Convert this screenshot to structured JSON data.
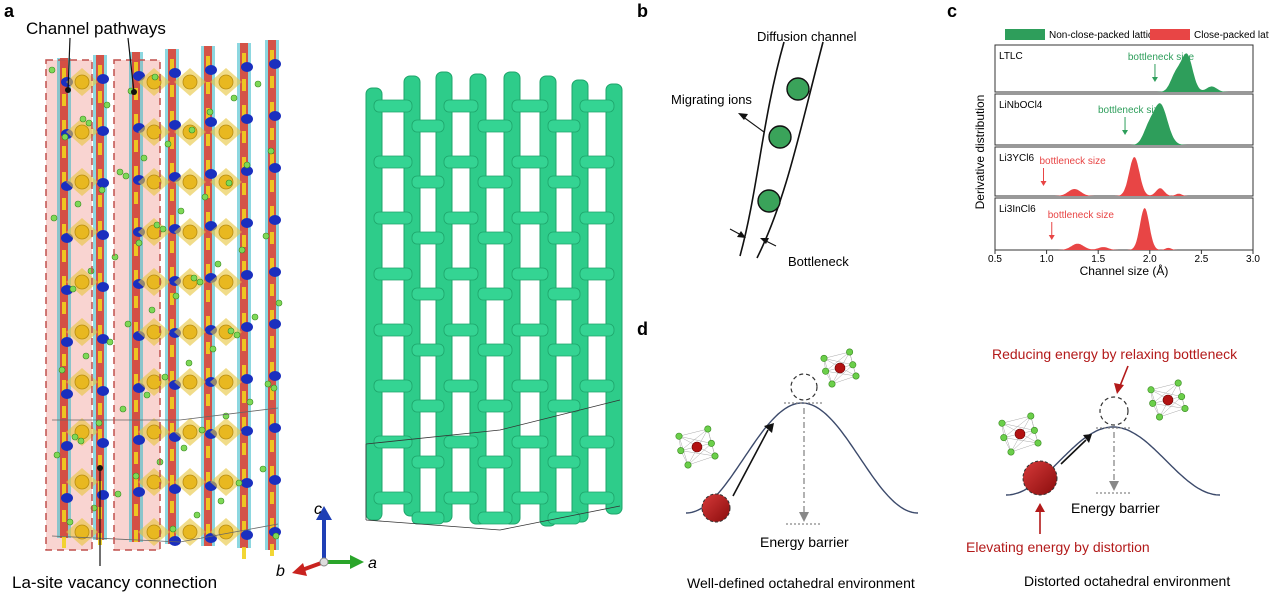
{
  "panels": {
    "a": "a",
    "b": "b",
    "c": "c",
    "d": "d"
  },
  "panel_a": {
    "channel_label": "Channel pathways",
    "vacancy_label": "La-site vacancy connection",
    "axes": {
      "a": "a",
      "b": "b",
      "c": "c"
    },
    "colors": {
      "channel_green": "#2ecc8a",
      "highlight": "#f4b8b4",
      "polyhedra": "#e8c43a"
    }
  },
  "panel_b": {
    "diffusion_channel": "Diffusion channel",
    "migrating_ions": "Migrating ions",
    "bottleneck": "Bottleneck",
    "ion_color": "#3aa35a"
  },
  "panel_c": {
    "legend": [
      {
        "label": "Non-close-packed lattice",
        "color": "#2e9e5b"
      },
      {
        "label": "Close-packed lattice",
        "color": "#e84545"
      }
    ],
    "ylabel": "Derivative distribution",
    "xlabel": "Channel size (Å)",
    "xticks": [
      "0.5",
      "1.0",
      "1.5",
      "2.0",
      "2.5",
      "3.0"
    ],
    "bottleneck_label": "bottleneck size"
  },
  "chart_data": {
    "type": "area",
    "xlabel": "Channel size (Å)",
    "ylabel": "Derivative distribution",
    "xlim": [
      0.5,
      3.0
    ],
    "legend_position": "top",
    "series": [
      {
        "name": "LTLC",
        "group": "Non-close-packed lattice",
        "bottleneck": 2.05,
        "peaks": [
          {
            "x": 2.36,
            "h": 1.0,
            "w": 0.055
          },
          {
            "x": 2.25,
            "h": 0.45,
            "w": 0.05
          },
          {
            "x": 2.6,
            "h": 0.15,
            "w": 0.05
          }
        ]
      },
      {
        "name": "LiNbOCl4",
        "group": "Non-close-packed lattice",
        "bottleneck": 1.76,
        "peaks": [
          {
            "x": 2.1,
            "h": 1.0,
            "w": 0.07
          },
          {
            "x": 1.98,
            "h": 0.3,
            "w": 0.05
          }
        ]
      },
      {
        "name": "Li3YCl6",
        "group": "Close-packed lattice",
        "bottleneck": 0.97,
        "peaks": [
          {
            "x": 1.85,
            "h": 1.0,
            "w": 0.05
          },
          {
            "x": 1.27,
            "h": 0.18,
            "w": 0.06
          },
          {
            "x": 2.1,
            "h": 0.2,
            "w": 0.04
          },
          {
            "x": 2.28,
            "h": 0.06,
            "w": 0.03
          }
        ]
      },
      {
        "name": "Li3InCl6",
        "group": "Close-packed lattice",
        "bottleneck": 1.05,
        "peaks": [
          {
            "x": 1.95,
            "h": 1.0,
            "w": 0.045
          },
          {
            "x": 1.3,
            "h": 0.15,
            "w": 0.06
          },
          {
            "x": 1.55,
            "h": 0.07,
            "w": 0.05
          },
          {
            "x": 2.18,
            "h": 0.05,
            "w": 0.03
          }
        ]
      }
    ]
  },
  "panel_d": {
    "left": {
      "energy_barrier": "Energy barrier",
      "caption": "Well-defined octahedral environment"
    },
    "right": {
      "relax": "Reducing energy by relaxing bottleneck",
      "energy_barrier": "Energy barrier",
      "distortion": "Elevating energy by distortion",
      "caption": "Distorted octahedral environment"
    },
    "colors": {
      "ion": "#b31212",
      "annotation": "#b31a1a",
      "ligand": "#6bcf4a"
    }
  }
}
